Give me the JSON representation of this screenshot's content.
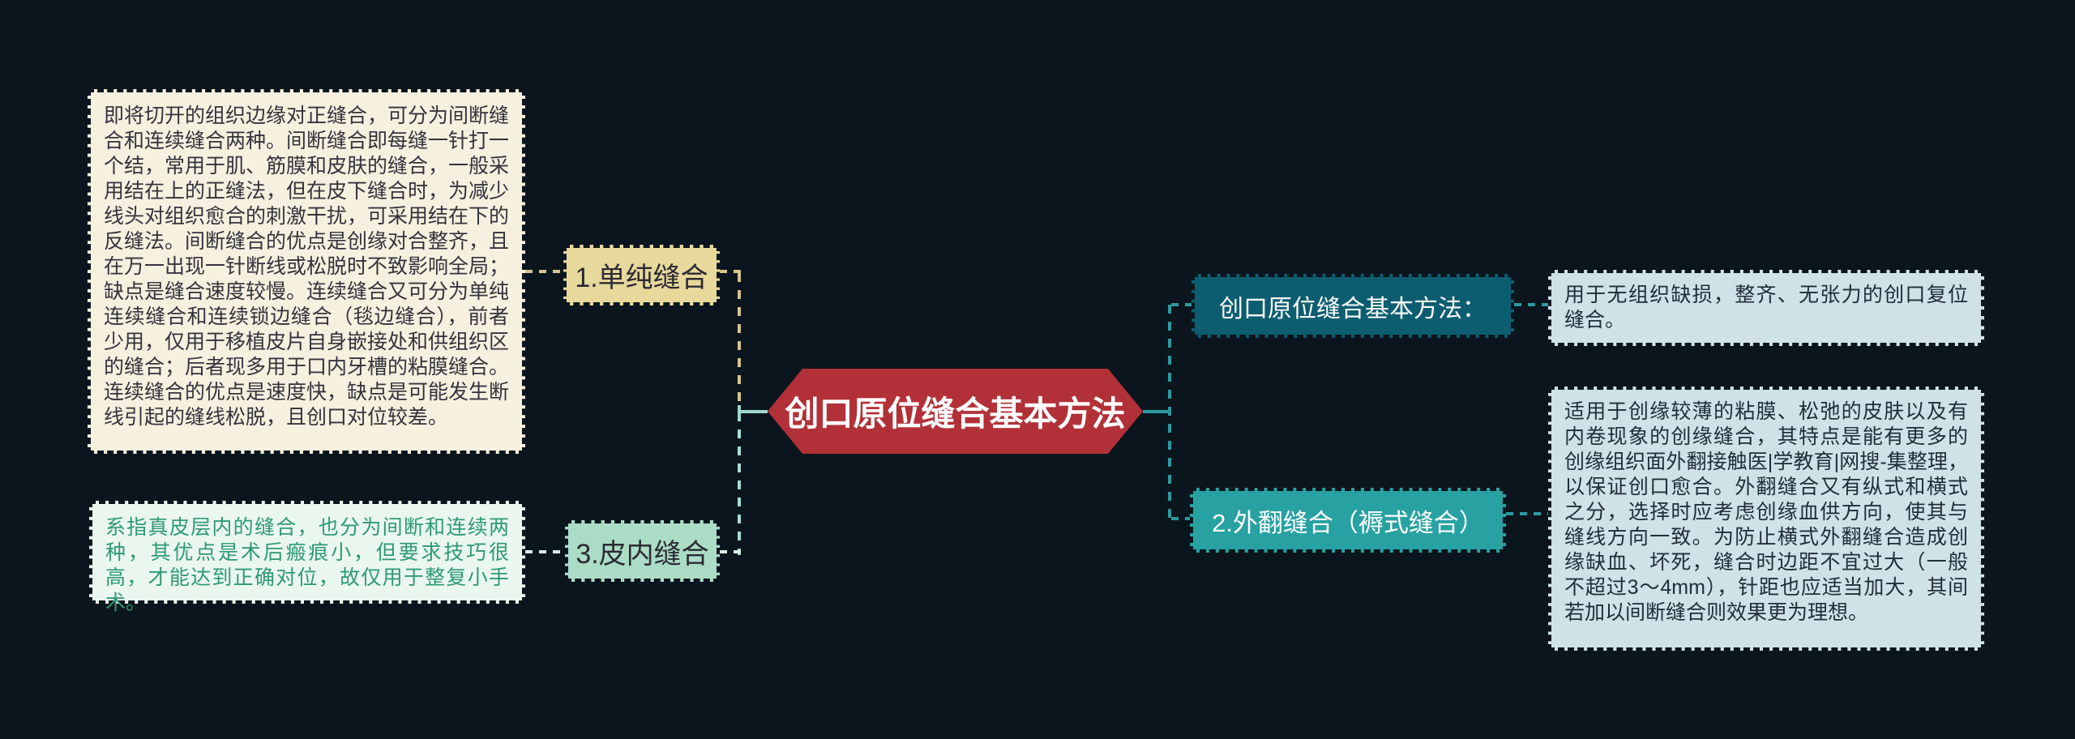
{
  "diagram": {
    "type": "mindmap",
    "center_node": {
      "label": "创口原位缝合基本方法"
    },
    "left": {
      "branch1": {
        "node_label": "1.单纯缝合",
        "description": "即将切开的组织边缘对正缝合，可分为间断缝合和连续缝合两种。间断缝合即每缝一针打一个结，常用于肌、筋膜和皮肤的缝合，一般采用结在上的正缝法，但在皮下缝合时，为减少线头对组织愈合的刺激干扰，可采用结在下的反缝法。间断缝合的优点是创缘对合整齐，且在万一出现一针断线或松脱时不致影响全局；缺点是缝合速度较慢。连续缝合又可分为单纯连续缝合和连续锁边缝合（毯边缝合），前者少用，仅用于移植皮片自身嵌接处和供组织区的缝合；后者现多用于口内牙槽的粘膜缝合。连续缝合的优点是速度快，缺点是可能发生断线引起的缝线松脱，且创口对位较差。"
      },
      "branch3": {
        "node_label": "3.皮内缝合",
        "description": "系指真皮层内的缝合，也分为间断和连续两种，其优点是术后瘢痕小，但要求技巧很高，才能达到正确对位，故仅用于整复小手术。"
      }
    },
    "right": {
      "heading": {
        "node_label": "创口原位缝合基本方法：",
        "description": "用于无组织缺损，整齐、无张力的创口复位缝合。"
      },
      "branch2": {
        "node_label": "2.外翻缝合（褥式缝合）",
        "description": "适用于创缘较薄的粘膜、松弛的皮肤以及有内卷现象的创缘缝合，其特点是能有更多的创缘组织面外翻接触医|学教育|网搜-集整理，以保证创口愈合。外翻缝合又有纵式和横式之分，选择时应考虑创缘血供方向，使其与缝线方向一致。为防止横式外翻缝合造成创缘缺血、坏死，缝合时边距不宜过大（一般不超过3～4mm），针距也应适当加大，其间若加以间断缝合则效果更为理想。"
      }
    },
    "colors": {
      "background": "#0b151d",
      "center_node_bg": "#b23138",
      "node1_bg": "#e7d89c",
      "node3_bg": "#abdcc6",
      "heading_node_bg": "#0d5d71",
      "node2_bg": "#27a1a2",
      "desc_left_top_bg": "#f6f0df",
      "desc_left_bottom_bg": "#eaf7ef",
      "desc_left_bottom_text": "#2f9a73",
      "desc_right_bg": "#cfe2e8",
      "connector_khaki": "#d6c58c",
      "connector_mint": "#a9ded1",
      "connector_mint_light": "#d9efe6",
      "connector_teal": "#2b9aa0",
      "connector_solid_left": "#9fd8cb"
    }
  }
}
